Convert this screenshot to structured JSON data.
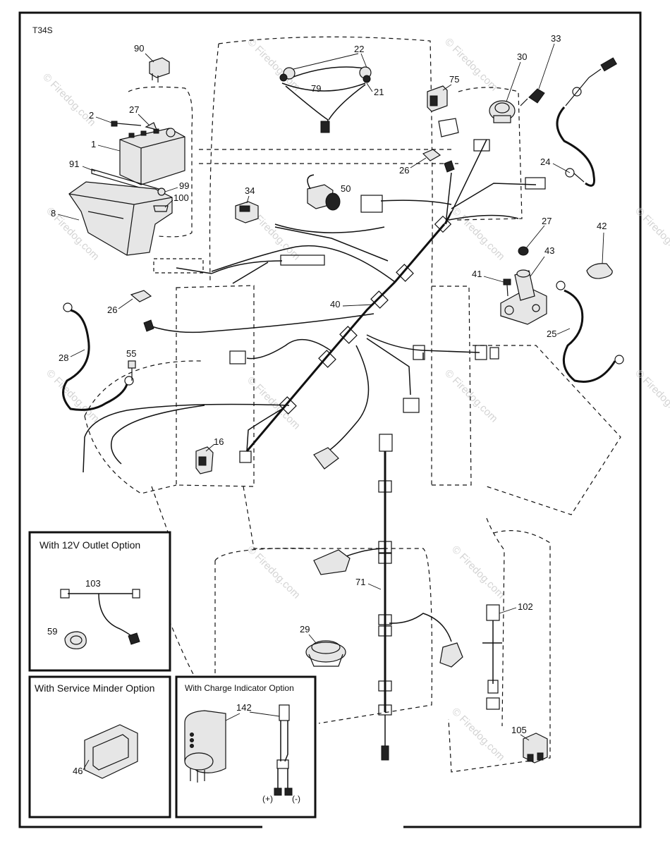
{
  "diagram": {
    "code": "T34S",
    "watermark": "© Firedog.com",
    "callouts": {
      "c1": "1",
      "c2": "2",
      "c8": "8",
      "c16": "16",
      "c21": "21",
      "c22": "22",
      "c24": "24",
      "c25": "25",
      "c26a": "26",
      "c26b": "26",
      "c27a": "27",
      "c27b": "27",
      "c28": "28",
      "c29": "29",
      "c30": "30",
      "c33": "33",
      "c34": "34",
      "c40": "40",
      "c41": "41",
      "c42": "42",
      "c43": "43",
      "c50": "50",
      "c55": "55",
      "c71": "71",
      "c75": "75",
      "c79": "79",
      "c90": "90",
      "c91": "91",
      "c99": "99",
      "c100": "100",
      "c102": "102",
      "c105": "105"
    },
    "insets": {
      "outlet": {
        "title": "With 12V Outlet Option",
        "c103": "103",
        "c59": "59"
      },
      "minder": {
        "title": "With Service Minder Option",
        "c46": "46"
      },
      "charge": {
        "title": "With Charge Indicator Option",
        "c142": "142",
        "plus": "(+)",
        "minus": "(-)"
      }
    }
  }
}
